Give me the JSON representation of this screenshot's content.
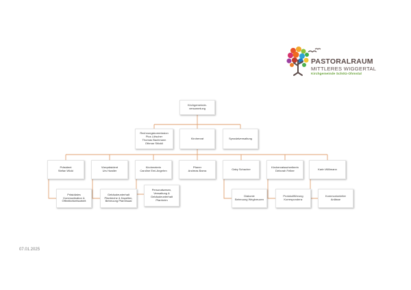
{
  "logo": {
    "line1": "PASTORALRAUM",
    "line2": "MITTLERES WIGGERTAL",
    "line3": "Kirchgemeinde Schötz-Ohmstal",
    "icon": "tree-bird-icon"
  },
  "date": "07.01.2025",
  "colors": {
    "connector": "#e0a070",
    "brand_text": "#5b4b49",
    "brand_green": "#6aa33b"
  },
  "chart": {
    "top": "Kirchgemeinde-\nversammlung",
    "level2": [
      "Rechnungskommission\nPius Lötscher\nThomas Bachmann\nOthmar Stöckli",
      "Kirchenrat",
      "Synodalverwaltung"
    ],
    "level3": [
      "Präsident\nStefan Wicki",
      "Vizepräsident\nUrs Huwiler",
      "Kirchmeierin\nCaroline Emi-Angehrn",
      "Pfarrer\nAndreas Barna",
      "Gaby Schacher",
      "Kirchenratsschreiberin\nDeborah Felber",
      "Karin Willimann"
    ],
    "level4": [
      "Präsidiales\nKommunikation &\nÖffentlichkeitsarbeit",
      "Gebäudeunterhalt\nPfarrkirche & Kapellen,\nBetreuung Pfarreisaal",
      "Personalwesen,\nVerwaltung &\nGebäudeunterhalt\nPfarrheim",
      "",
      "Diakonie\nBetreuung Wegkreuzen",
      "Protokollführung\nKorrespondenz",
      "Kommunionleiter\nAnlässe"
    ]
  }
}
